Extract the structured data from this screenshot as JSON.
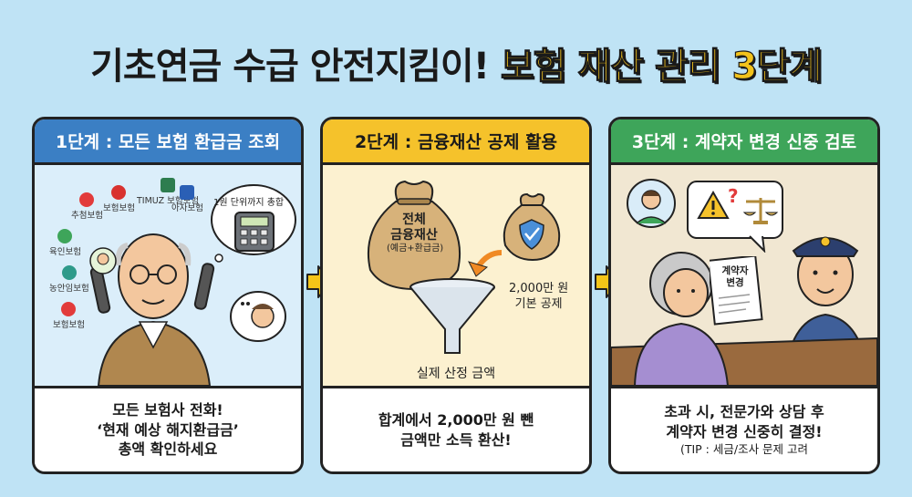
{
  "title": {
    "part1": "기초연금 수급 안전지킴이!",
    "part2": "보험 재산 관리 3단계"
  },
  "colors": {
    "background": "#bfe3f5",
    "accent_yellow": "#f2c21b",
    "step1_blue": "#3b7fc4",
    "step2_yellow": "#f5c22b",
    "step3_green": "#3ea55a",
    "arrow": "#f5c518"
  },
  "steps": [
    {
      "header": "1단계 : 모든 보험 환급금 조회",
      "insurers": [
        "추첨보험",
        "보험보험",
        "TIMUZ 보험보험",
        "아자보험",
        "육인보험",
        "농안임보험",
        "보험보험"
      ],
      "bubble_text": "1원 단위까지 총합",
      "footer": [
        "모든 보험사 전화!",
        "‘현재 예상 해지환급금’",
        "총액 확인하세요"
      ],
      "icons": [
        "old-man-phone",
        "calculator-icon",
        "thought-bubble-icon",
        "call-center-agent-icon"
      ]
    },
    {
      "header": "2단계 : 금융재산 공제 활용",
      "bag_text": [
        "전체",
        "금융재산",
        "(예금+환급금)"
      ],
      "deduction_text": [
        "2,000만 원",
        "기본 공제"
      ],
      "result_text": "실제 산정 금액",
      "footer": [
        "합계에서 2,000만 원 뺀",
        "금액만 소득 환산!"
      ],
      "icons": [
        "money-bag-icon",
        "shield-money-bag-icon",
        "funnel-icon",
        "curved-arrow-icon"
      ]
    },
    {
      "header": "3단계 : 계약자 변경 신중 검토",
      "document_text": [
        "계약자",
        "변경"
      ],
      "footer": [
        "초과 시, 전문가와 상담 후",
        "계약자 변경 신중히 결정!"
      ],
      "tip": "(TIP : 세금/조사 문제 고려",
      "icons": [
        "person-icon",
        "warning-icon",
        "question-icon",
        "scales-icon",
        "officer-icon",
        "grandmother-icon"
      ]
    }
  ]
}
